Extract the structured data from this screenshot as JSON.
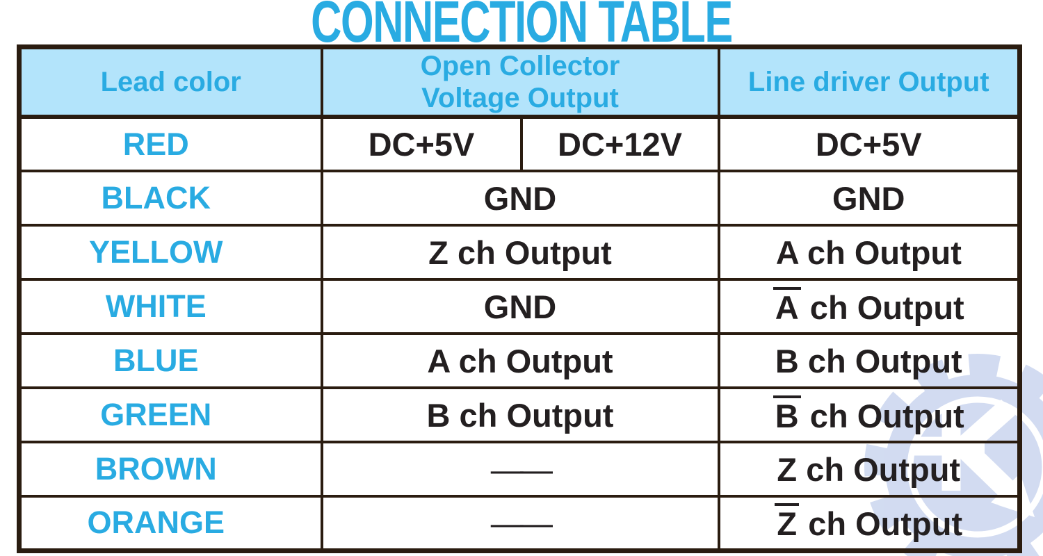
{
  "title": "CONNECTION TABLE",
  "colors": {
    "accent_cyan": "#29abe2",
    "header_background": "#b3e4fb",
    "border_dark": "#2a1c10",
    "body_text": "#231f20",
    "watermark_blue": "#a6b9e4"
  },
  "table": {
    "header": {
      "lead": "Lead color",
      "oc_line1": "Open Collector",
      "oc_line2": "Voltage Output",
      "line_driver": "Line driver Output"
    },
    "rows": [
      {
        "lead": "RED",
        "oc_left": "DC+5V",
        "oc_right": "DC+12V",
        "ld": "DC+5V"
      },
      {
        "lead": "BLACK",
        "oc": "GND",
        "ld": "GND"
      },
      {
        "lead": "YELLOW",
        "oc": "Z ch Output",
        "ld": "A ch Output"
      },
      {
        "lead": "WHITE",
        "oc": "GND",
        "ld_bar": "A",
        "ld_rest": " ch Output"
      },
      {
        "lead": "BLUE",
        "oc": "A ch Output",
        "ld": "B ch Output"
      },
      {
        "lead": "GREEN",
        "oc": "B ch Output",
        "ld_bar": "B",
        "ld_rest": " ch Output"
      },
      {
        "lead": "BROWN",
        "oc": "——",
        "ld": "Z ch Output"
      },
      {
        "lead": "ORANGE",
        "oc": "——",
        "ld_bar": "Z",
        "ld_rest": " ch Output"
      }
    ]
  },
  "watermark": {
    "icon": "gear-k-arrow-logo"
  }
}
